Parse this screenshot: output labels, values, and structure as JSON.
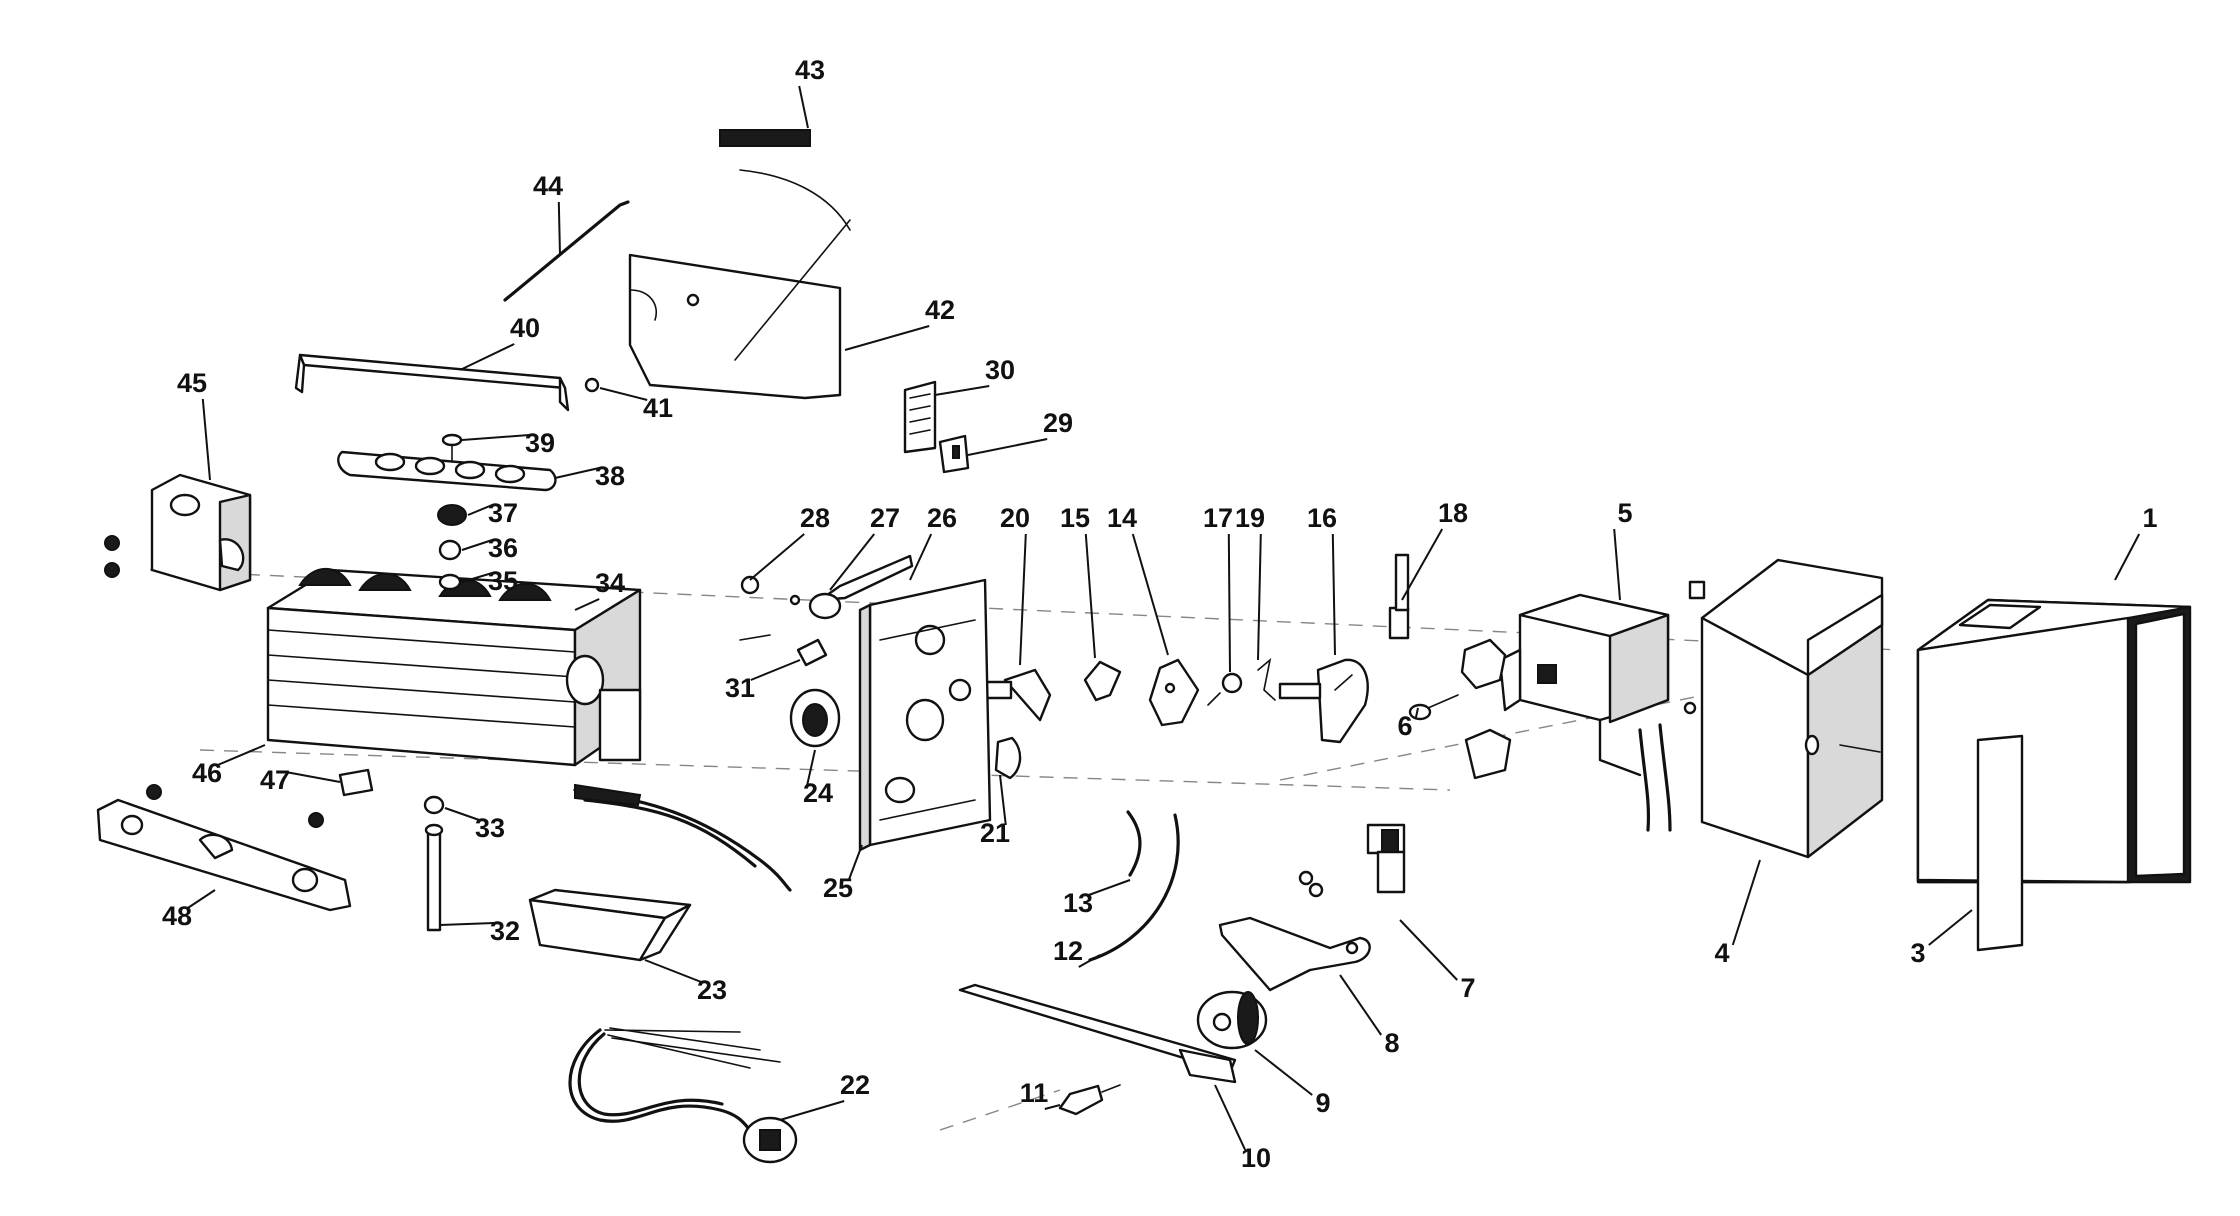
{
  "diagram": {
    "type": "exploded-parts-diagram",
    "callouts": [
      "1",
      "3",
      "4",
      "5",
      "6",
      "7",
      "8",
      "9",
      "10",
      "11",
      "12",
      "13",
      "14",
      "15",
      "16",
      "17",
      "18",
      "19",
      "20",
      "21",
      "22",
      "23",
      "24",
      "25",
      "26",
      "27",
      "28",
      "29",
      "30",
      "31",
      "32",
      "33",
      "34",
      "35",
      "36",
      "37",
      "38",
      "39",
      "40",
      "41",
      "42",
      "43",
      "44",
      "45",
      "46",
      "47",
      "48"
    ]
  }
}
